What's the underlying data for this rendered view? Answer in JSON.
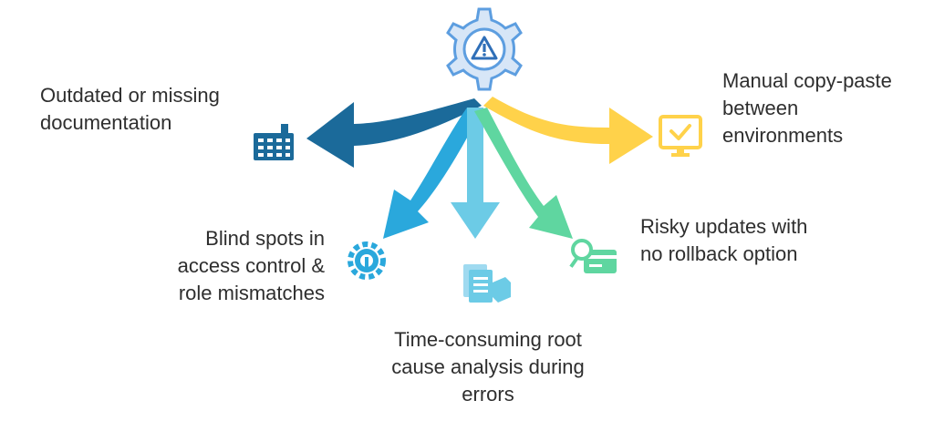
{
  "center": {
    "icon": "gear-with-warning-icon"
  },
  "colors": {
    "dark_blue": "#1b6a9a",
    "mid_blue": "#2aa8dc",
    "light_blue": "#6ccbe6",
    "green": "#5fd6a0",
    "yellow": "#ffd24a",
    "gear_fill": "#d7e6f7",
    "gear_stroke": "#5d9ee0"
  },
  "branches": [
    {
      "key": "docs",
      "label": "Outdated or missing documentation",
      "icon": "factory-icon",
      "color": "#1b6a9a"
    },
    {
      "key": "blind",
      "label": "Blind spots in access control & role mismatches",
      "icon": "settings-wrench-icon",
      "color": "#2aa8dc"
    },
    {
      "key": "root",
      "label": "Time-consuming root cause analysis during errors",
      "icon": "documents-box-icon",
      "color": "#6ccbe6"
    },
    {
      "key": "risky",
      "label": "Risky updates with no rollback option",
      "icon": "search-card-icon",
      "color": "#5fd6a0"
    },
    {
      "key": "manual",
      "label": "Manual copy-paste between environments",
      "icon": "monitor-check-icon",
      "color": "#ffd24a"
    }
  ]
}
